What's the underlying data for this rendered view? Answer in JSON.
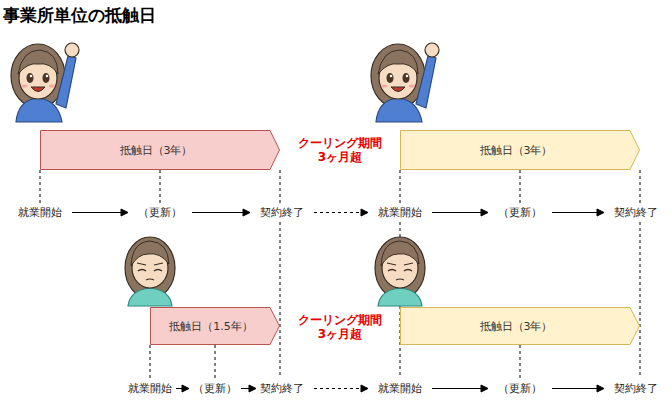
{
  "diagram": {
    "title": "事業所単位の抵触日",
    "nodes": [
      {
        "text": [
          "抵触日（3年）"
        ]
      },
      {
        "text": [
          "抵触日（3年）"
        ]
      },
      {
        "text": [
          "抵触日（1.5年）"
        ]
      },
      {
        "text": [
          "抵触日（3年）"
        ]
      }
    ],
    "labels": [
      "クーリング期間 3ヶ月超",
      "就業開始",
      "（更新）",
      "契約終了",
      "就業開始",
      "（更新）",
      "契約終了",
      "クーリング期間 3ヶ月超",
      "就業開始",
      "（更新）",
      "契約終了",
      "就業開始",
      "（更新）",
      "契約終了"
    ]
  }
}
